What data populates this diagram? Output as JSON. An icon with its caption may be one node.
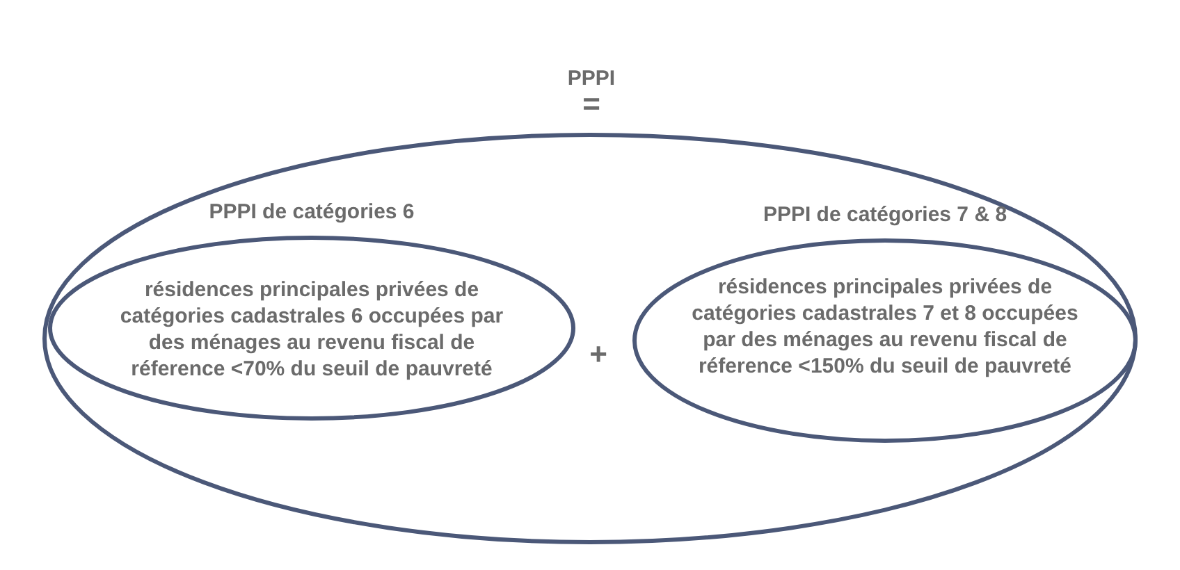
{
  "diagram": {
    "nodes": [
      {
        "text": [],
        "shape": "ellipse"
      },
      {
        "text": [
          "PPPI de catégories 6",
          "résidences principales privées de catégories cadastrales 6 occupées par des ménages au revenu fiscal de réference <70% du seuil de pauvreté"
        ],
        "in": 0
      },
      {
        "text": [
          "PPPI de catégories 7 & 8",
          "résidences principales privées de catégories cadastrales 7 et 8 occupées par des ménages au revenu fiscal de réference <150% du seuil de pauvreté"
        ],
        "in": 0
      }
    ],
    "edges": [],
    "labels": [
      "PPPI",
      "=",
      "+"
    ]
  }
}
